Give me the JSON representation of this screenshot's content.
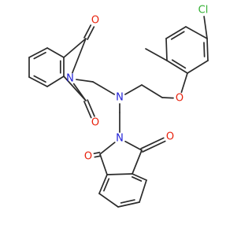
{
  "colors": {
    "bond": "#2b2b2b",
    "oxygen": "#e8210c",
    "nitrogen": "#2020d8",
    "chlorine": "#33b033",
    "background": "#ffffff"
  },
  "atoms": {
    "o1": "O",
    "o2": "O",
    "o3": "O",
    "o4": "O",
    "o5": "O",
    "n1": "N",
    "n2": "N",
    "n3": "N",
    "cl": "Cl"
  }
}
